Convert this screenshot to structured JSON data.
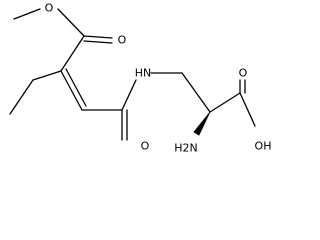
{
  "structure": {
    "atoms": [
      {
        "id": "methoxy_o",
        "label": "O"
      },
      {
        "id": "ester_carbonyl_o",
        "label": "O"
      },
      {
        "id": "amide_nh",
        "label": "HN"
      },
      {
        "id": "amide_o",
        "label": "O"
      },
      {
        "id": "acid_o",
        "label": "O"
      },
      {
        "id": "acid_oh",
        "label": "OH"
      },
      {
        "id": "amine_nh2",
        "label": "H2N"
      }
    ],
    "colors": {
      "bond": "#000000",
      "background": "#ffffff",
      "text": "#000000"
    }
  }
}
